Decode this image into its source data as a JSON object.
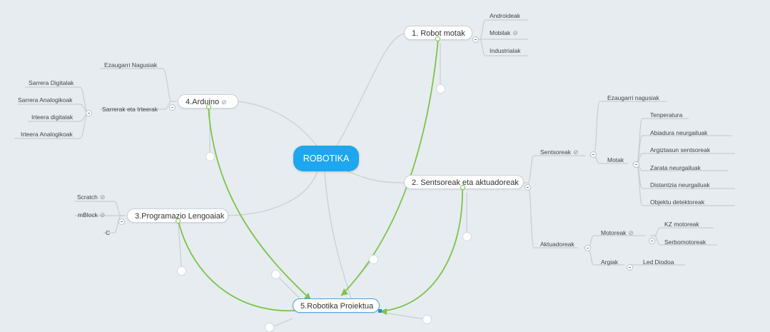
{
  "root": {
    "label": "ROBOTIKA"
  },
  "colors": {
    "root": "#1ea6ee",
    "relation": "#7cc44a",
    "branch": "#c6cfd6"
  },
  "nodes": {
    "robot_motak": "1. Robot motak",
    "sentsoreak": "2. Sentsoreak eta aktuadoreak",
    "programazio": "3.Programazio Lengoaiak",
    "arduino": "4.Arduino",
    "proiektua": "5.Robotika Proiektua"
  },
  "robot_motak_children": [
    "Androideak",
    "Mobilak",
    "Industrialak"
  ],
  "arduino_children": {
    "ezaugarri": "Ezaugarri Nagusiak",
    "sarrerak": "Sarrerak eta Irteerak",
    "sarrerak_children": [
      "Sarrera Digitalak",
      "Sarrera Analogikoak",
      "Irteera digitalak",
      "Irteera Analogikoak"
    ]
  },
  "programazio_children": [
    "Scratch",
    "mBlock",
    "C"
  ],
  "sentsoreak_children": {
    "sentsoreak": "Sentsoreak",
    "ezaugarri": "Ezaugarri nagusiak",
    "motak": "Motak",
    "motak_children": [
      "Tenperatura",
      "Abiadura neurgailuak",
      "Argiztasun sentsoreak",
      "Zarata neurgailuak",
      "Distantzia neurgailuak",
      "Objektu detektoreak"
    ],
    "aktuadoreak": "Aktuadoreak",
    "motoreak": "Motoreak",
    "motoreak_children": [
      "KZ motoreak",
      "Serbomotoreak"
    ],
    "argiak": "Argiak",
    "led": "Led Diodoa"
  }
}
